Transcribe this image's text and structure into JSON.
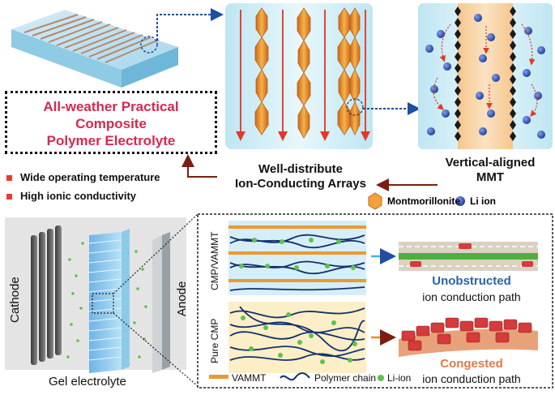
{
  "title": {
    "line1": "All-weather Practical",
    "line2": "Composite",
    "line3": "Polymer Electrolyte"
  },
  "bullets": [
    "Wide operating temperature",
    "High ionic conductivity"
  ],
  "arrays_label": {
    "line1": "Well-distribute",
    "line2": "Ion-Conducting Arrays"
  },
  "mmt_label": {
    "line1": "Vertical-aligned",
    "line2": "MMT"
  },
  "legend_top": {
    "montmorillonite": "Montmorillonite",
    "li_ion": "Li ion"
  },
  "battery": {
    "cathode": "Cathode",
    "anode": "Anode",
    "gel": "Gel electrolyte"
  },
  "panels": {
    "top_label": "CMP/VAMMT",
    "bottom_label": "Pure CMP",
    "top_result_title": "Unobstructed",
    "top_result_sub": "ion conduction path",
    "bottom_result_title": "Congested",
    "bottom_result_sub": "ion conduction path"
  },
  "legend_bottom": {
    "vammt": "VAMMT",
    "polymer": "Polymer chain",
    "li": "Li-ion"
  },
  "colors": {
    "title_red": "#d6294f",
    "blue_title": "#2a63a8",
    "orange_title": "#e07a4a",
    "mmt_orange": "#e8922a",
    "li_blue": "#2a4fa8",
    "li_green": "#5cc34a",
    "chain_navy": "#14306e"
  }
}
